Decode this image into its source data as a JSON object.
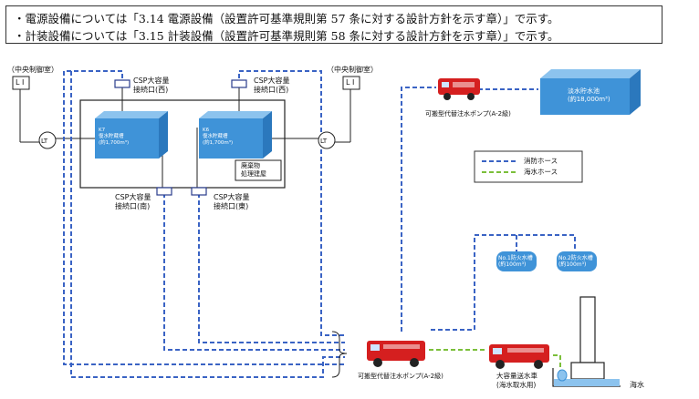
{
  "notes": [
    "・電源設備については「3.14 電源設備（設置許可基準規則第 57 条に対する設計方針を示す章）」で示す。",
    "・計装設備については「3.15 計装設備（設置許可基準規則第 58 条に対する設計方針を示す章）」で示す。"
  ],
  "control_room_left": "（中央制御室）",
  "control_room_right": "（中央制御室）",
  "li": "L I",
  "lt": "LT",
  "csp_west_left": [
    "CSP大容量",
    "接続口(西)"
  ],
  "csp_west_right": [
    "CSP大容量",
    "接続口(西)"
  ],
  "csp_south": [
    "CSP大容量",
    "接続口(南)"
  ],
  "csp_east": [
    "CSP大容量",
    "接続口(東)"
  ],
  "tank_k7": [
    "K7",
    "復水貯蔵槽",
    "(約1,700m³)"
  ],
  "tank_k6": [
    "K6",
    "復水貯蔵槽",
    "(約1,700m³)"
  ],
  "waste_bldg": [
    "廃棄物",
    "処理建屋"
  ],
  "pump_top_label": "可搬型代替注水ポンプ(A-2級)",
  "pump_bottom_label": "可搬型代替注水ポンプ(A-2級)",
  "freshwater_tank": [
    "淡水貯水池",
    "(約18,000m³)"
  ],
  "legend": {
    "fire_hose": "消防ホース",
    "seawater_hose": "海水ホース"
  },
  "fire_tank_1": [
    "No.1防火水槽",
    "(約100m³)"
  ],
  "fire_tank_2": [
    "No.2防火水槽",
    "(約100m³)"
  ],
  "truck_label": [
    "大容量送水車",
    "(海水取水用)"
  ],
  "sea": "海水",
  "colors": {
    "fire_hose": "#3a63c4",
    "seawater_hose": "#7bbf3a",
    "tank_fill": "#3f93d8",
    "truck_red": "#d51f1f"
  }
}
